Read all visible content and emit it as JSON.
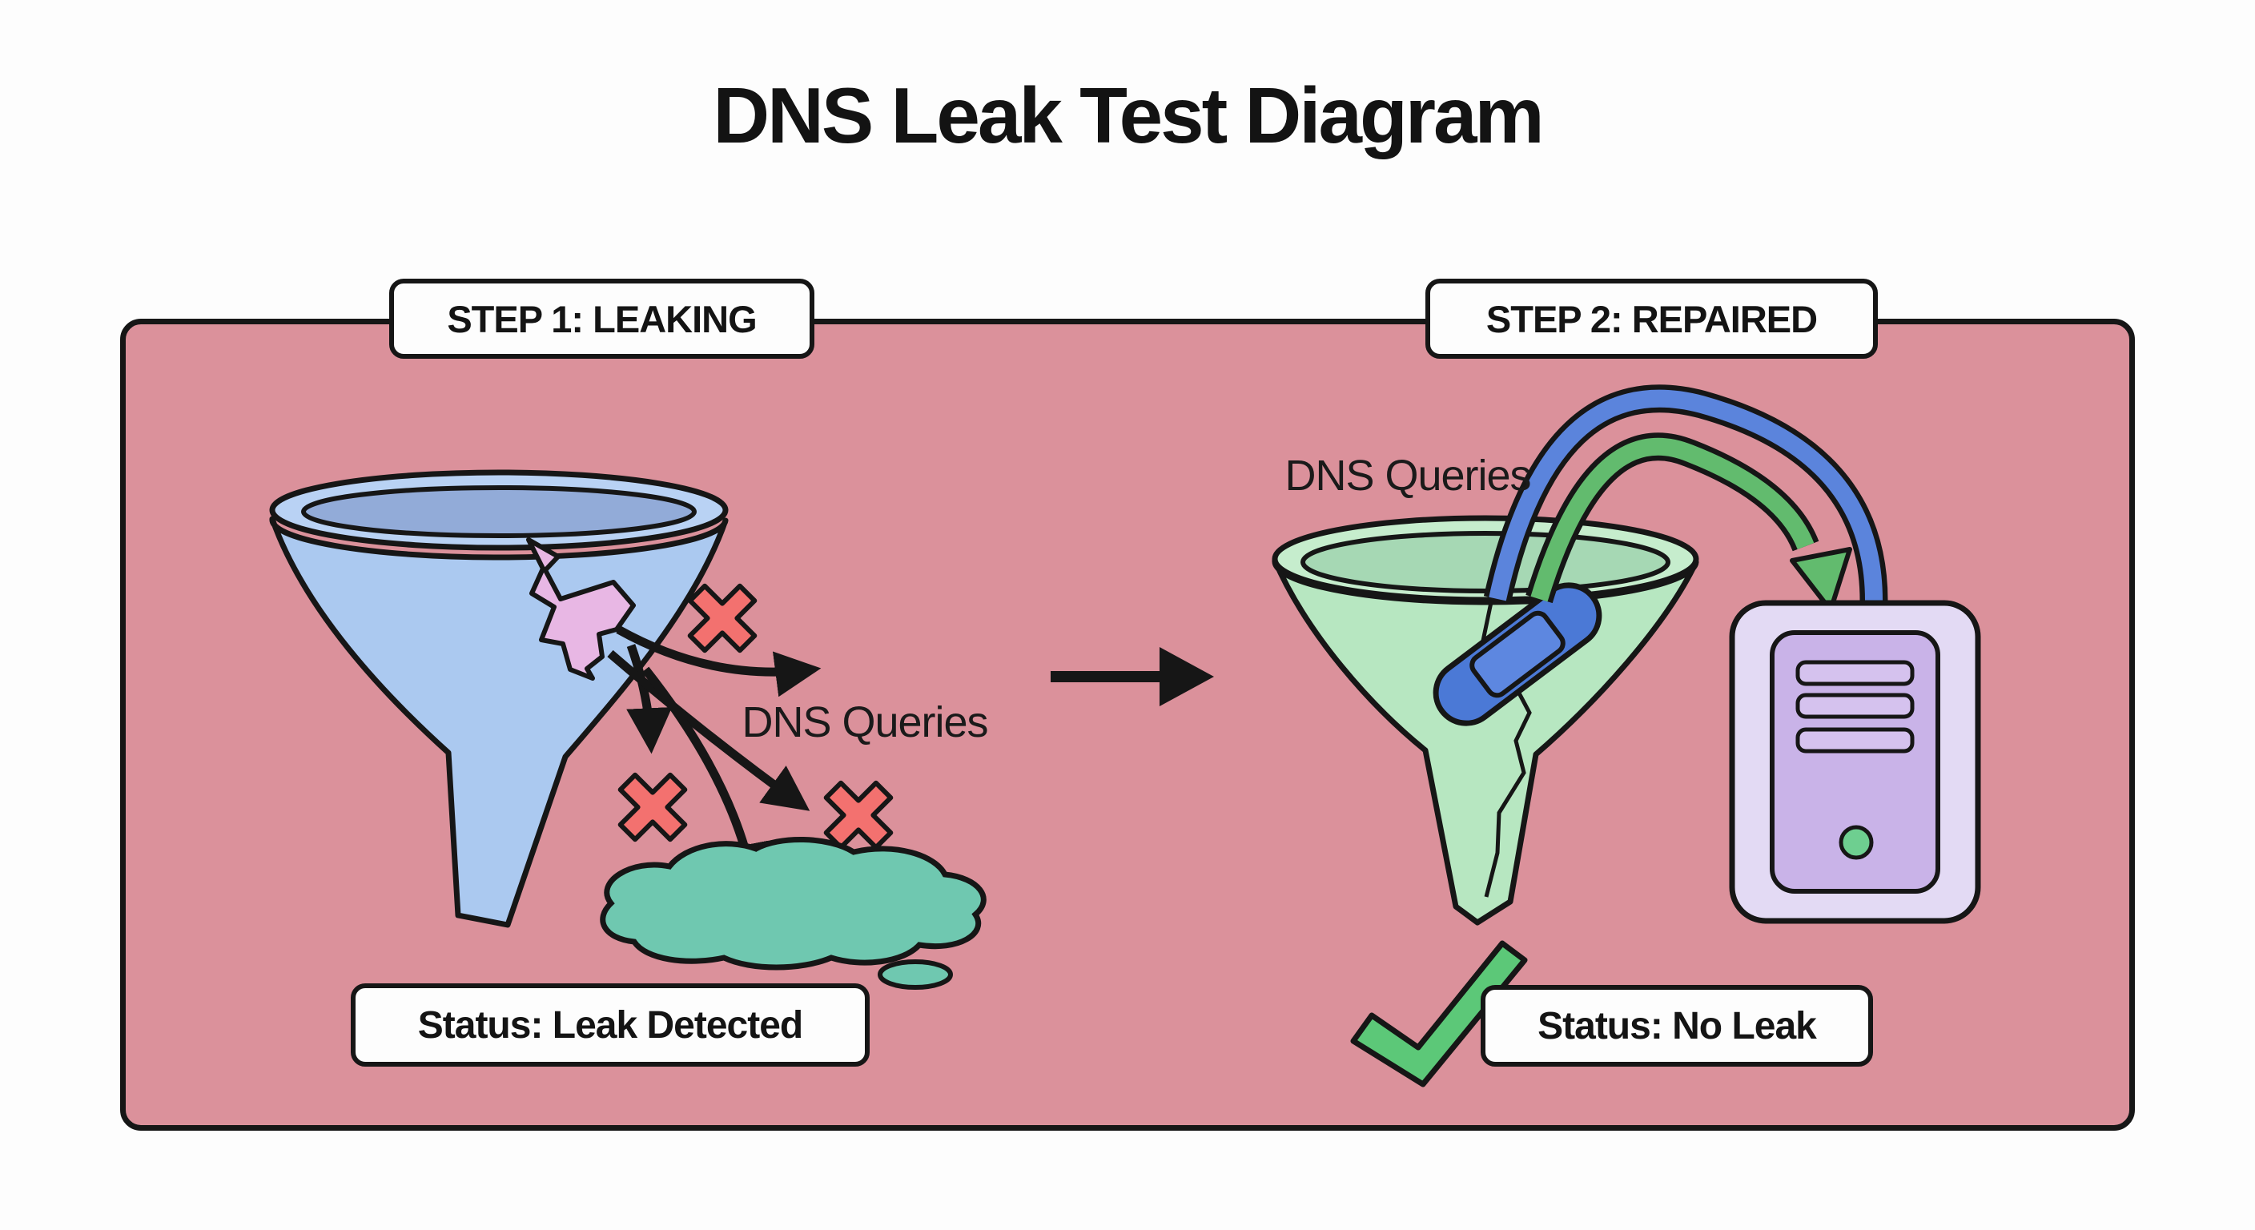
{
  "title": "DNS Leak Test Diagram",
  "panels": {
    "left": {
      "step_label": "STEP 1: LEAKING",
      "flow_label": "DNS Queries",
      "status_label": "Status: Leak Detected"
    },
    "right": {
      "step_label": "STEP 2: REPAIRED",
      "flow_label": "DNS Queries",
      "status_label": "Status: No Leak"
    }
  },
  "icons": {
    "left_funnel": "cracked-funnel-icon",
    "crack": "crack-icon",
    "leak_arrows": "leak-arrow-icon",
    "x_marks": "blocked-x-icon",
    "puddle": "leak-puddle-icon",
    "transition": "right-arrow-icon",
    "right_funnel": "repaired-funnel-icon",
    "bandage": "bandage-icon",
    "query_arcs": "dns-query-arc-icon",
    "server": "dns-server-icon",
    "checkmark": "checkmark-icon"
  },
  "colors": {
    "canvas": "#fdfdfd",
    "panel": "#db919b",
    "ink": "#161616",
    "label_box": "#fdfdfd",
    "funnel_left": "#abc9f0",
    "funnel_left_rim": "#b9d2f4",
    "funnel_left_basin": "#92abd8",
    "crack_pink": "#e8b7e4",
    "funnel_right": "#b7e7c1",
    "funnel_right_rim": "#c6edcd",
    "funnel_right_basin": "#a6d8b4",
    "puddle_teal": "#6fc8b0",
    "x_red": "#f3716f",
    "arc_blue": "#5b84dc",
    "arc_green": "#62bb6e",
    "bandage_blue": "#4b79d6",
    "bandage_pad": "#5d87e0",
    "server_body": "#e3daf4",
    "server_panel": "#c9b3e8",
    "server_slot": "#d5c2ee",
    "server_led": "#6ecf90",
    "check_green": "#5cc878"
  }
}
